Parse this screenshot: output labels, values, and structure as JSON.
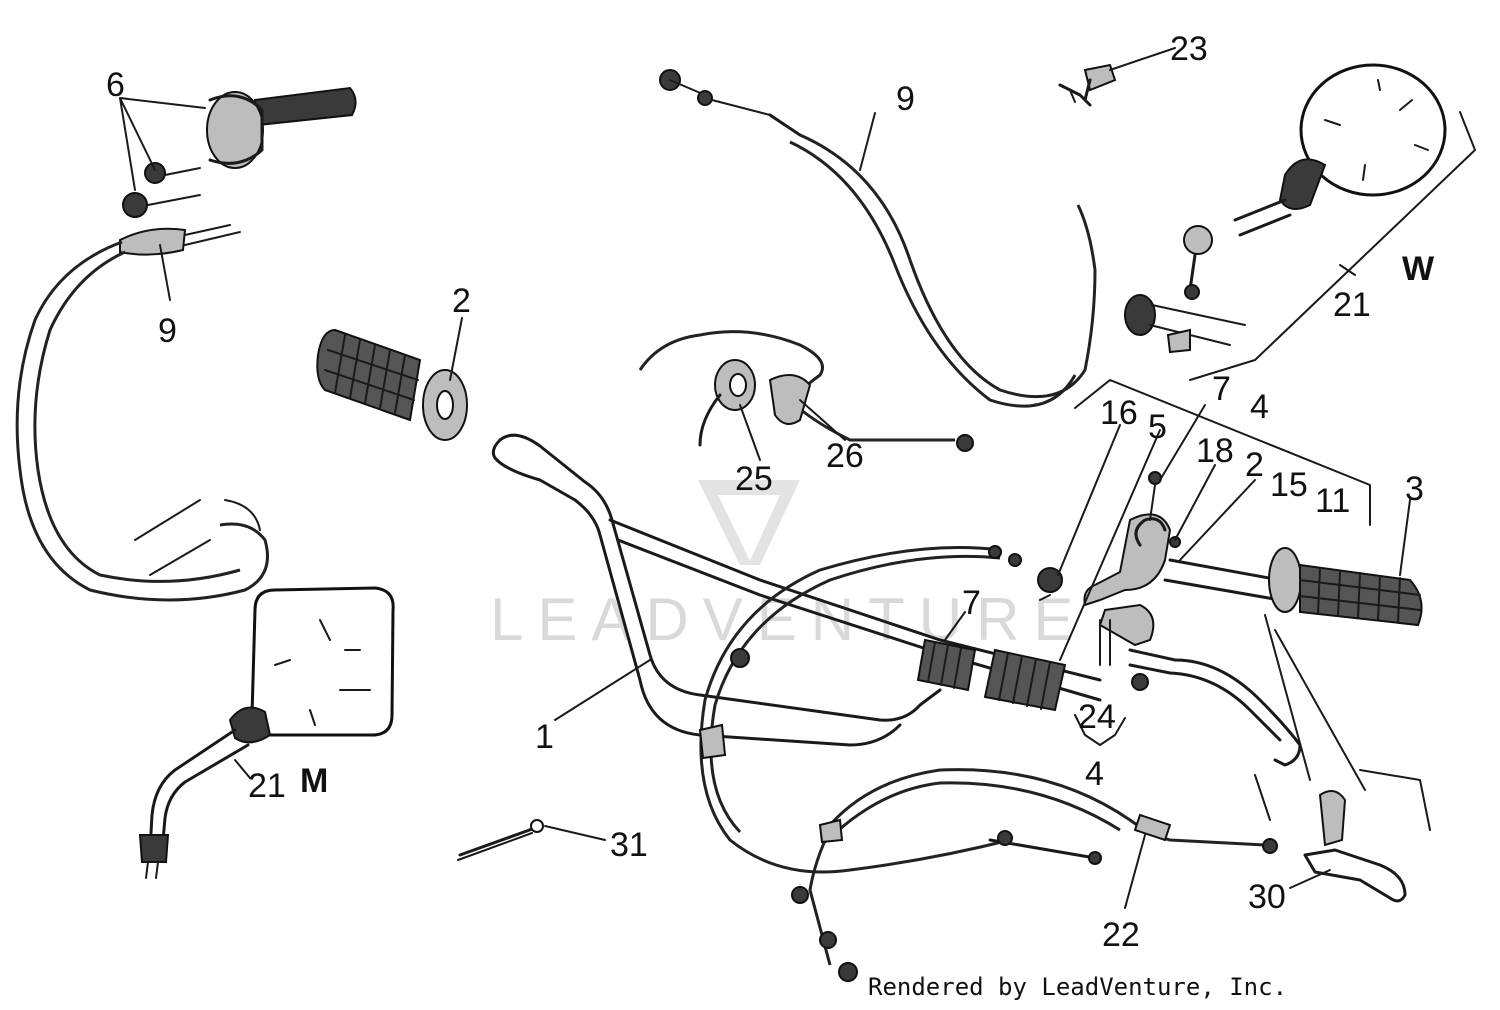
{
  "labels": {
    "l1": "1",
    "l2a": "2",
    "l2b": "2",
    "l3": "3",
    "l4a": "4",
    "l4b": "4",
    "l5": "5",
    "l6": "6",
    "l7a": "7",
    "l7b": "7",
    "l9a": "9",
    "l9b": "9",
    "l11": "11",
    "l15": "15",
    "l16": "16",
    "l18": "18",
    "l21a": "21",
    "l21b": "21",
    "l22": "22",
    "l23": "23",
    "l24": "24",
    "l25": "25",
    "l26": "26",
    "l30": "30",
    "l31": "31",
    "W": "W",
    "M": "M"
  },
  "watermark": "LEADVENTURE",
  "credit": "Rendered by LeadVenture, Inc."
}
